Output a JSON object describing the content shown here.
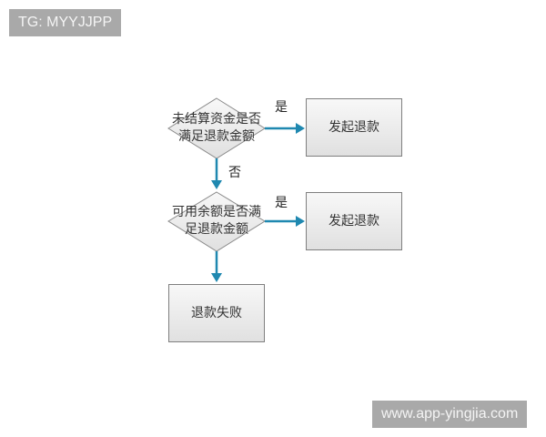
{
  "watermarks": {
    "top": "TG: MYYJJPP",
    "bottom": "www.app-yingjia.com"
  },
  "colors": {
    "arrow": "#1f88b0",
    "node_border": "#8a8a8a",
    "node_fill_top": "#f7f7f7",
    "node_fill_bottom": "#e2e2e2",
    "watermark_bg": "#a9a9a9"
  },
  "flowchart": {
    "nodes": [
      {
        "id": "d1",
        "type": "decision",
        "label": "未结算资金是否满足退款金额",
        "line1": "未结算资金是否",
        "line2": "满足退款金额"
      },
      {
        "id": "b1",
        "type": "process",
        "label": "发起退款"
      },
      {
        "id": "d2",
        "type": "decision",
        "label": "可用余额是否满足退款金额",
        "line1": "可用余额是否满",
        "line2": "足退款金额"
      },
      {
        "id": "b2",
        "type": "process",
        "label": "发起退款"
      },
      {
        "id": "b3",
        "type": "process",
        "label": "退款失败"
      }
    ],
    "edges": [
      {
        "from": "d1",
        "to": "b1",
        "label": "是"
      },
      {
        "from": "d1",
        "to": "d2",
        "label": "否"
      },
      {
        "from": "d2",
        "to": "b2",
        "label": "是"
      },
      {
        "from": "d2",
        "to": "b3",
        "label": ""
      }
    ]
  }
}
